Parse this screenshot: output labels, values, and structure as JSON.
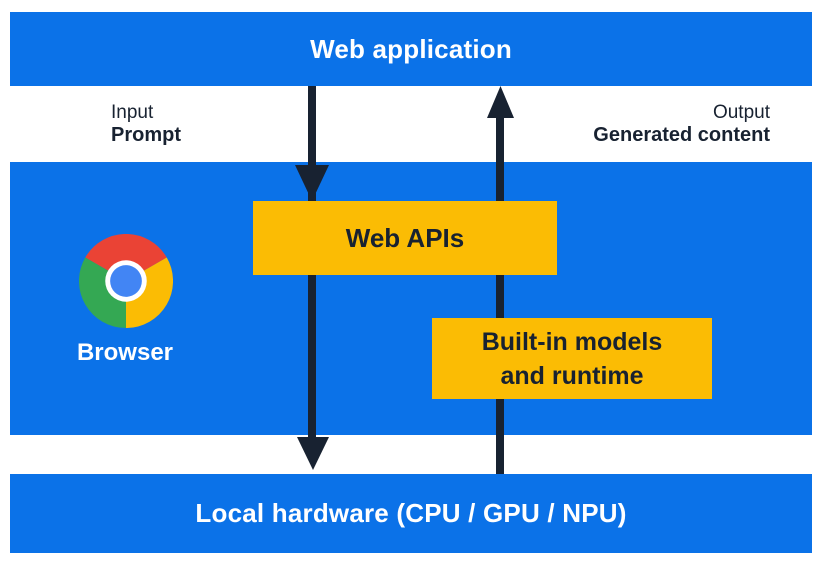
{
  "diagram": {
    "title_bar": {
      "label": "Web application"
    },
    "io_labels": {
      "input_caption": "Input",
      "input_value": "Prompt",
      "output_caption": "Output",
      "output_value": "Generated content"
    },
    "browser": {
      "label": "Browser",
      "icon": "chrome-browser-icon"
    },
    "boxes": {
      "web_apis": "Web APIs",
      "builtin_line1": "Built-in models",
      "builtin_line2": "and runtime"
    },
    "hardware_bar": {
      "label": "Local hardware (CPU / GPU / NPU)"
    },
    "arrows": [
      {
        "name": "prompt-flow-arrow",
        "direction": "down"
      },
      {
        "name": "generated-content-flow-arrow",
        "direction": "up"
      }
    ],
    "colors": {
      "blue": "#0B72E8",
      "yellow": "#FBBC04",
      "navy": "#182231",
      "white": "#FFFFFF",
      "chrome_red": "#EA4335",
      "chrome_green": "#34A853",
      "chrome_yellow": "#FBBC04",
      "chrome_blue": "#4285F4"
    }
  }
}
